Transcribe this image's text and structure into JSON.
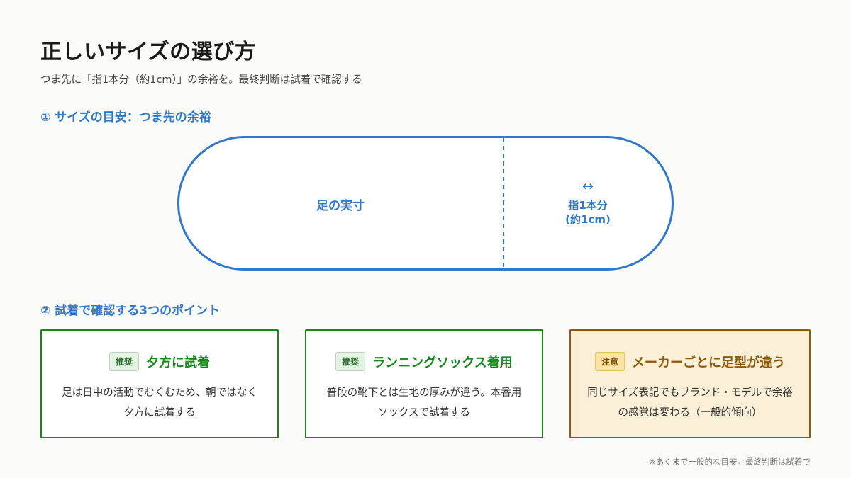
{
  "header": {
    "title": "正しいサイズの選び方",
    "subtitle": "つま先に「指1本分（約1cm）」の余裕を。最終判断は試着で確認する"
  },
  "section1": {
    "heading": "① サイズの目安：つま先の余裕",
    "foot_label": "足の実寸",
    "toe_arrow": "↔",
    "toe_label_line1": "指1本分",
    "toe_label_line2": "(約1cm)"
  },
  "section2": {
    "heading": "② 試着で確認する3つのポイント",
    "cards": [
      {
        "badge": "推奨",
        "title": "夕方に試着",
        "body": "足は日中の活動でむくむため、朝ではなく夕方に試着する"
      },
      {
        "badge": "推奨",
        "title": "ランニングソックス着用",
        "body": "普段の靴下とは生地の厚みが違う。本番用ソックスで試着する"
      },
      {
        "badge": "注意",
        "title": "メーカーごとに足型が違う",
        "body": "同じサイズ表記でもブランド・モデルで余裕の感覚は変わる（一般的傾向）"
      }
    ]
  },
  "footnote": "※あくまで一般的な目安。最終判断は試着で",
  "colors": {
    "accent_blue": "#2f78cc",
    "recommend_green": "#17881c",
    "caution_brown": "#8c5a09",
    "caution_bg": "#fbefd7"
  }
}
